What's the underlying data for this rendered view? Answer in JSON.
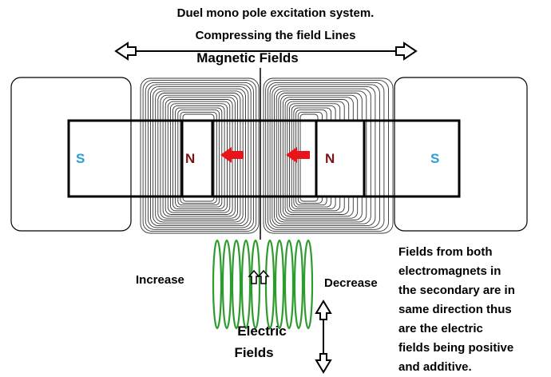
{
  "title_line1": "Duel mono pole excitation system.",
  "title_line2": "Compressing the field Lines",
  "magnetic_label": "Magnetic Fields",
  "poles": {
    "left_outer": "S",
    "left_inner": "N",
    "right_inner": "N",
    "right_outer": "S"
  },
  "increase_label": "Increase",
  "decrease_label": "Decrease",
  "electric_label_line1": "Electric",
  "electric_label_line2": "Fields",
  "explanation_lines": [
    "Fields from both",
    "electromagnets in",
    "the secondary are in",
    "same direction thus",
    "are the electric",
    "fields being positive",
    "and additive."
  ],
  "colors": {
    "field_arrow": "#e8141a",
    "coil": "#2e9b2e",
    "s_pole": "#2a9fd6",
    "n_pole": "#7a1414"
  },
  "icons": [
    "double-headed-horizontal-arrow",
    "red-field-arrow",
    "up-arrows",
    "double-headed-vertical-arrow"
  ]
}
